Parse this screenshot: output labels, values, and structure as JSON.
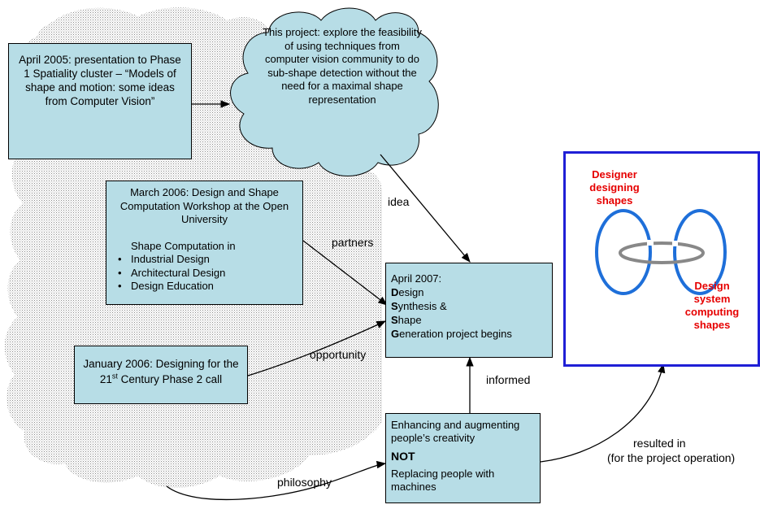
{
  "nodes": {
    "april2005": {
      "text": "April 2005: presentation to Phase 1 Spatiality cluster – “Models of shape and motion: some ideas from Computer Vision”"
    },
    "project_cloud": {
      "text": "This project: explore the feasibility of using techniques from computer vision community to do sub-shape detection without the need for a maximal shape representation"
    },
    "march2006": {
      "title": "March 2006: Design and Shape Computation Workshop at the Open University",
      "subtitle": "Shape Computation in",
      "items": [
        "Industrial Design",
        "Architectural Design",
        "Design Education"
      ]
    },
    "january2006": {
      "text_before_sup": "January 2006: Designing for the 21",
      "sup": "st",
      "text_after_sup": " Century Phase 2 call"
    },
    "april2007": {
      "heading": "April 2007:",
      "lines": [
        {
          "initial": "D",
          "rest": "esign"
        },
        {
          "initial": "S",
          "rest": "ynthesis &"
        },
        {
          "initial": "S",
          "rest": "hape"
        },
        {
          "initial": "G",
          "rest": "eneration project begins"
        }
      ]
    },
    "enhancing": {
      "line1": "Enhancing and augmenting people’s creativity",
      "not": "NOT",
      "line2": "Replacing people with machines"
    },
    "interaction": {
      "designer": "Designer designing shapes",
      "system": "Design system computing shapes",
      "colors": {
        "border": "#1f1fd6",
        "rings": "#1e6fd9",
        "link": "#888888",
        "label": "#e60000"
      }
    }
  },
  "edges": {
    "idea": "idea",
    "partners": "partners",
    "opportunity": "opportunity",
    "informed": "informed",
    "philosophy": "philosophy",
    "resulted_in": "resulted in",
    "resulted_in_note": "(for the project operation)"
  },
  "colors": {
    "box_fill": "#b7dde6",
    "cloud_fill": "#b7dde6",
    "background_cloud": "#d4d4d4"
  }
}
